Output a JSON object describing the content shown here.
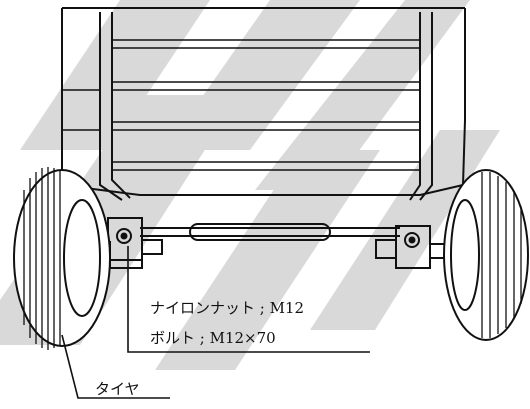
{
  "labels": {
    "nut": "ナイロンナット ; M12",
    "bolt": "ボルト ; M12×70",
    "tire": "タイヤ"
  },
  "colors": {
    "ink": "#111111",
    "stripe": "#d9d9d9",
    "paper": "#ffffff"
  }
}
